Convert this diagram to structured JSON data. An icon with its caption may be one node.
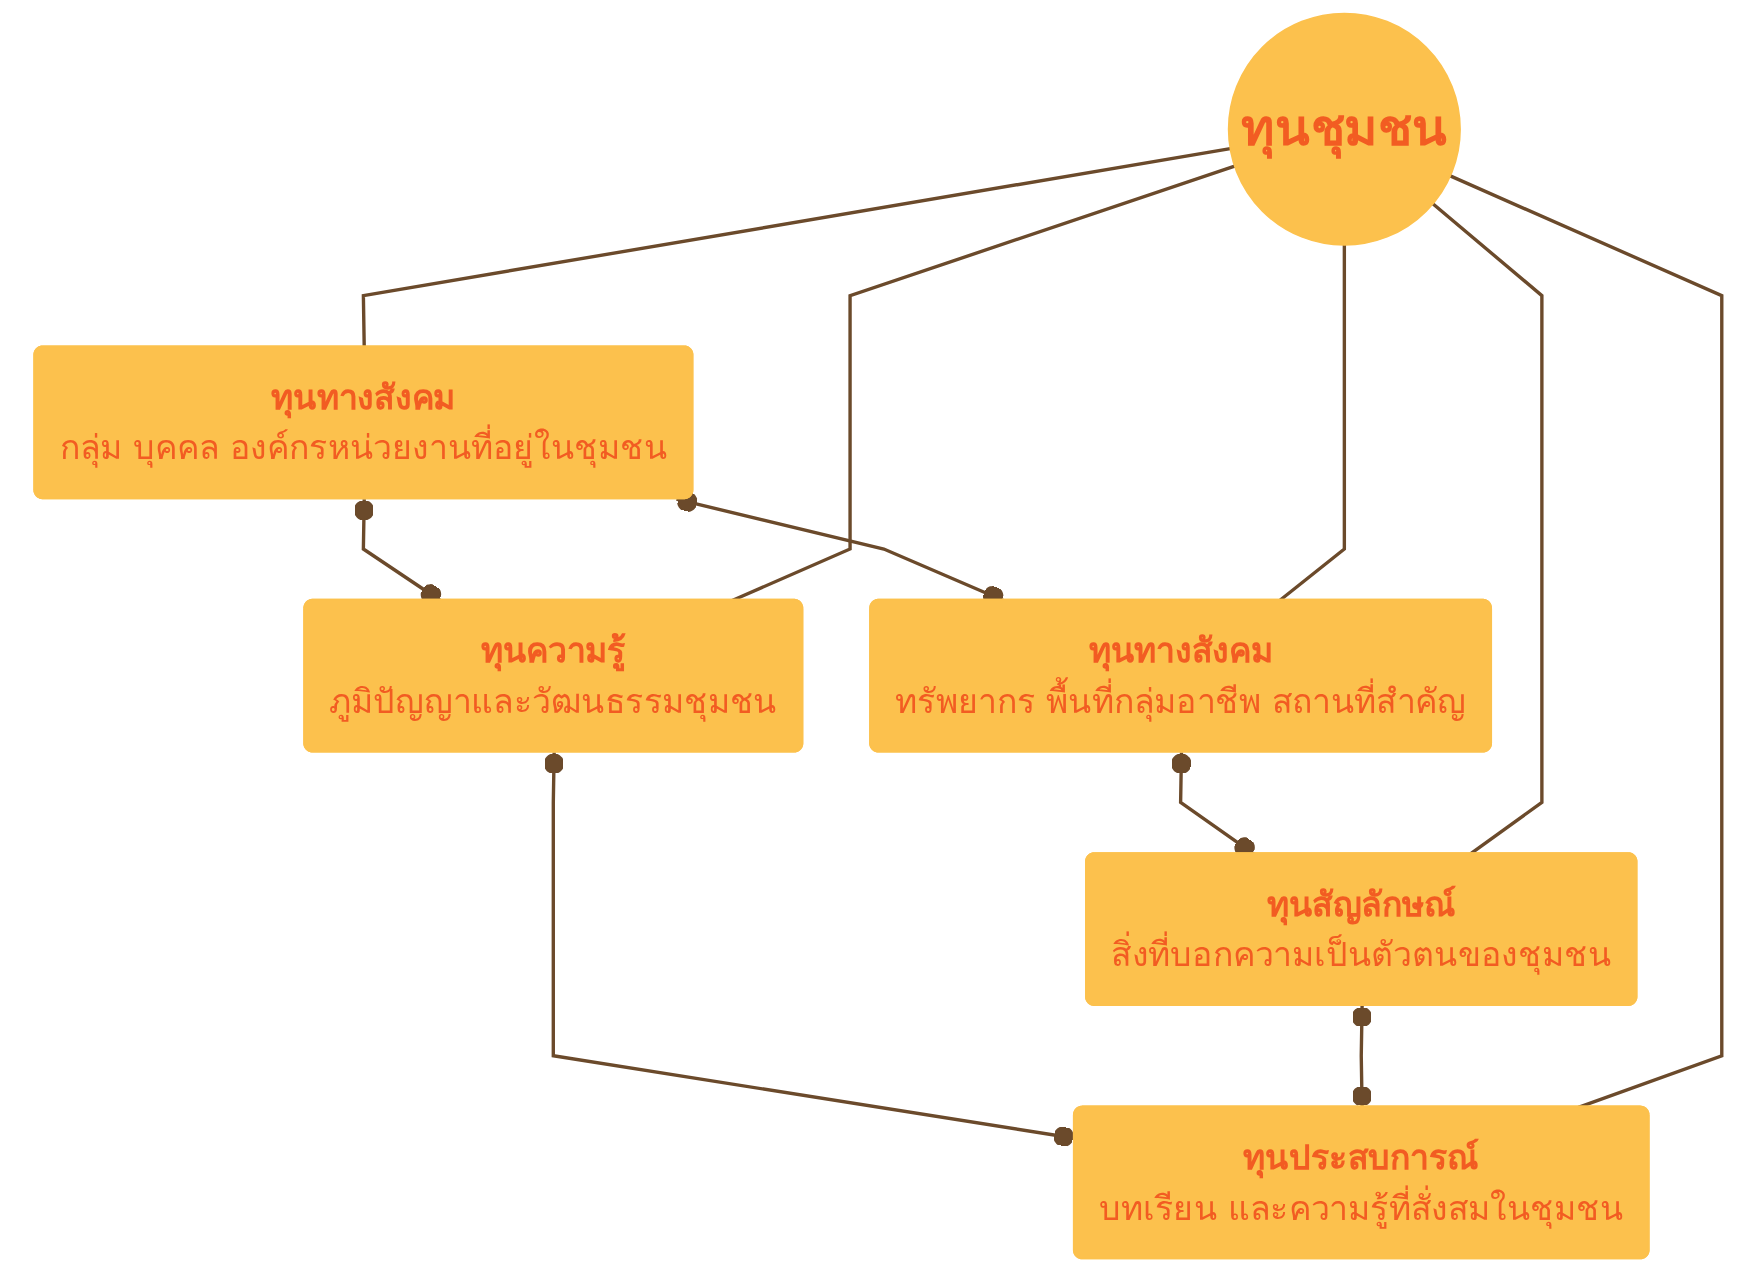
{
  "diagram": {
    "nodes": [
      {
        "text": [
          "ทุนทางสังคม",
          "กลุ่ม บุคคล องค์กรหน่วยงานที่อยู่ในชุมชน"
        ]
      },
      {
        "text": [
          "ทุนความรู้",
          "ภูมิปัญญาและวัฒนธรรมชุมชน"
        ]
      },
      {
        "text": [
          "ทุนชุมชน"
        ]
      },
      {
        "text": [
          "ทุนทางสังคม",
          "ทรัพยากร พื้นที่กลุ่มอาชีพ สถานที่สำคัญ"
        ]
      },
      {
        "text": [
          "ทุนสัญลักษณ์",
          "สิ่งที่บอกความเป็นตัวตนของชุมชน"
        ]
      },
      {
        "text": [
          "ทุนประสบการณ์",
          "บทเรียน และความรู้ที่สั่งสมในชุมชน"
        ]
      }
    ],
    "edges": [
      {
        "from": 0,
        "to": 1,
        "arrow": "other"
      },
      {
        "from": 0,
        "to": 3,
        "arrow": "other"
      },
      {
        "from": 1,
        "to": 5,
        "arrow": "other"
      },
      {
        "from": 3,
        "to": 4,
        "arrow": "other"
      },
      {
        "from": 4,
        "to": 5,
        "arrow": "other"
      },
      {
        "from": 2,
        "to": 0,
        "arrow": "none"
      },
      {
        "from": 2,
        "to": 1,
        "arrow": "none"
      },
      {
        "from": 2,
        "to": 3,
        "arrow": "none"
      },
      {
        "from": 2,
        "to": 4,
        "arrow": "none"
      },
      {
        "from": 2,
        "to": 5,
        "arrow": "none"
      }
    ]
  }
}
